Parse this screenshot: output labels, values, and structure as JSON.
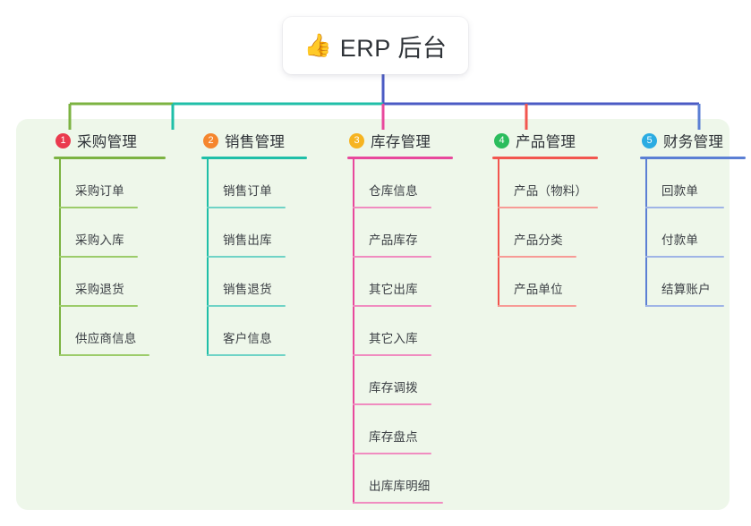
{
  "root": {
    "icon": "thumbs-up-icon",
    "emoji": "👍",
    "title": "ERP 后台"
  },
  "panel": {
    "background_color": "#eef7ea"
  },
  "branches": [
    {
      "index": "1",
      "title": "采购管理",
      "badge_color": "#ea3a4e",
      "line_color": "#7cb342",
      "items": [
        {
          "label": "采购订单"
        },
        {
          "label": "采购入库"
        },
        {
          "label": "采购退货"
        },
        {
          "label": "供应商信息"
        }
      ]
    },
    {
      "index": "2",
      "title": "销售管理",
      "badge_color": "#f5862e",
      "line_color": "#1fbfa8",
      "items": [
        {
          "label": "销售订单"
        },
        {
          "label": "销售出库"
        },
        {
          "label": "销售退货"
        },
        {
          "label": "客户信息"
        }
      ]
    },
    {
      "index": "3",
      "title": "库存管理",
      "badge_color": "#f6b421",
      "line_color": "#e8489c",
      "items": [
        {
          "label": "仓库信息"
        },
        {
          "label": "产品库存"
        },
        {
          "label": "其它出库"
        },
        {
          "label": "其它入库"
        },
        {
          "label": "库存调拨"
        },
        {
          "label": "库存盘点"
        },
        {
          "label": "出库库明细"
        }
      ]
    },
    {
      "index": "4",
      "title": "产品管理",
      "badge_color": "#2bbd5d",
      "line_color": "#f2564f",
      "items": [
        {
          "label": "产品（物料）"
        },
        {
          "label": "产品分类"
        },
        {
          "label": "产品单位"
        }
      ]
    },
    {
      "index": "5",
      "title": "财务管理",
      "badge_color": "#2bace2",
      "line_color": "#5b7fd4",
      "items": [
        {
          "label": "回款单"
        },
        {
          "label": "付款单"
        },
        {
          "label": "结算账户"
        }
      ]
    }
  ],
  "connectors": {
    "root_stem_color": "#4b5bc4",
    "bus_segments": [
      {
        "color": "#7cb342"
      },
      {
        "color": "#1fbfa8"
      },
      {
        "color": "#4b5bc4"
      }
    ],
    "drops": [
      {
        "color": "#7cb342"
      },
      {
        "color": "#1fbfa8"
      },
      {
        "color": "#e8489c"
      },
      {
        "color": "#f2564f"
      },
      {
        "color": "#5b7fd4"
      }
    ]
  }
}
